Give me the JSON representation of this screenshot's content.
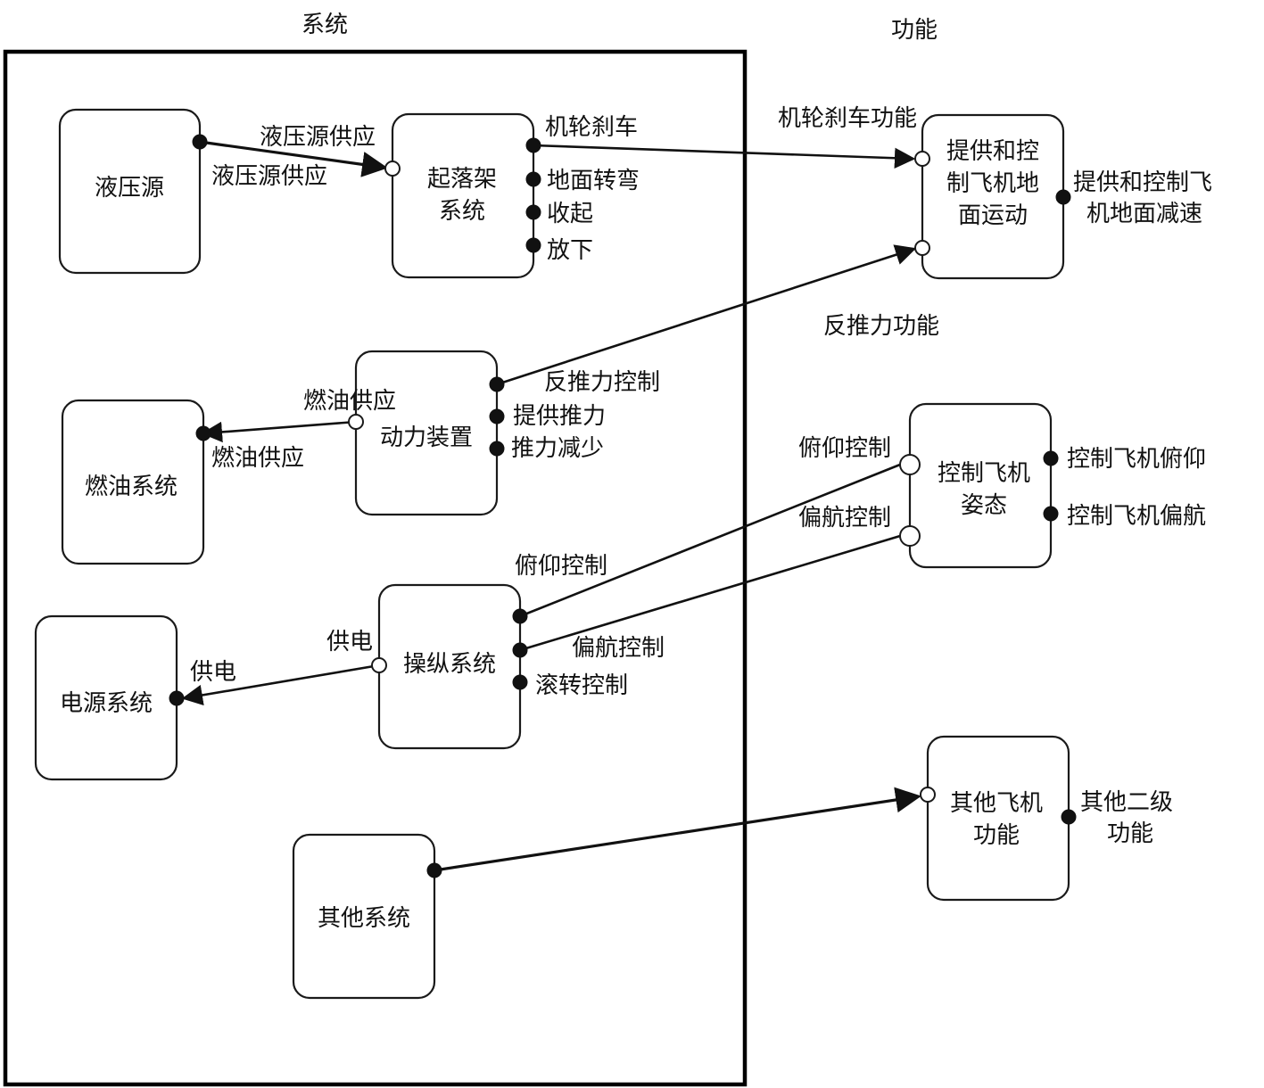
{
  "headers": {
    "systems": "系统",
    "functions": "功能"
  },
  "colors": {
    "stroke": "#111111",
    "background": "#ffffff"
  },
  "systems": {
    "hydraulic": {
      "label": [
        "液压源"
      ]
    },
    "landing_gear": {
      "label": [
        "起落架",
        "系统"
      ]
    },
    "fuel": {
      "label": [
        "燃油系统"
      ]
    },
    "powerplant": {
      "label": [
        "动力装置"
      ]
    },
    "power": {
      "label": [
        "电源系统"
      ]
    },
    "flight_control": {
      "label": [
        "操纵系统"
      ]
    },
    "other": {
      "label": [
        "其他系统"
      ]
    }
  },
  "functions": {
    "ground_motion": {
      "label": [
        "提供和控",
        "制飞机地",
        "面运动"
      ]
    },
    "attitude": {
      "label": [
        "控制飞机",
        "姿态"
      ]
    },
    "other_function": {
      "label": [
        "其他飞机",
        "功能"
      ]
    }
  },
  "port_labels": {
    "hydraulic_out": "液压源供应",
    "landing_gear_in": "液压源供应",
    "wheel_brake": "机轮刹车",
    "ground_steering": "地面转弯",
    "retract": "收起",
    "extend": "放下",
    "fuel_out": "燃油供应",
    "power_fuel_in": "燃油供应",
    "reverse_thrust_control": "反推力控制",
    "provide_thrust": "提供推力",
    "thrust_reduce": "推力减少",
    "power_supply_out": "供电",
    "control_power_in": "供电",
    "pitch_control": "俯仰控制",
    "yaw_control": "偏航控制",
    "roll_control": "滚转控制",
    "wheel_brake_function": "机轮刹车功能",
    "reverse_thrust_function": "反推力功能",
    "ground_decel": [
      "提供和控制飞",
      "机地面减速"
    ],
    "attitude_pitch_in": "俯仰控制",
    "attitude_yaw_in": "偏航控制",
    "control_pitch": "控制飞机俯仰",
    "control_yaw": "控制飞机偏航",
    "other_secondary": [
      "其他二级",
      "功能"
    ]
  }
}
